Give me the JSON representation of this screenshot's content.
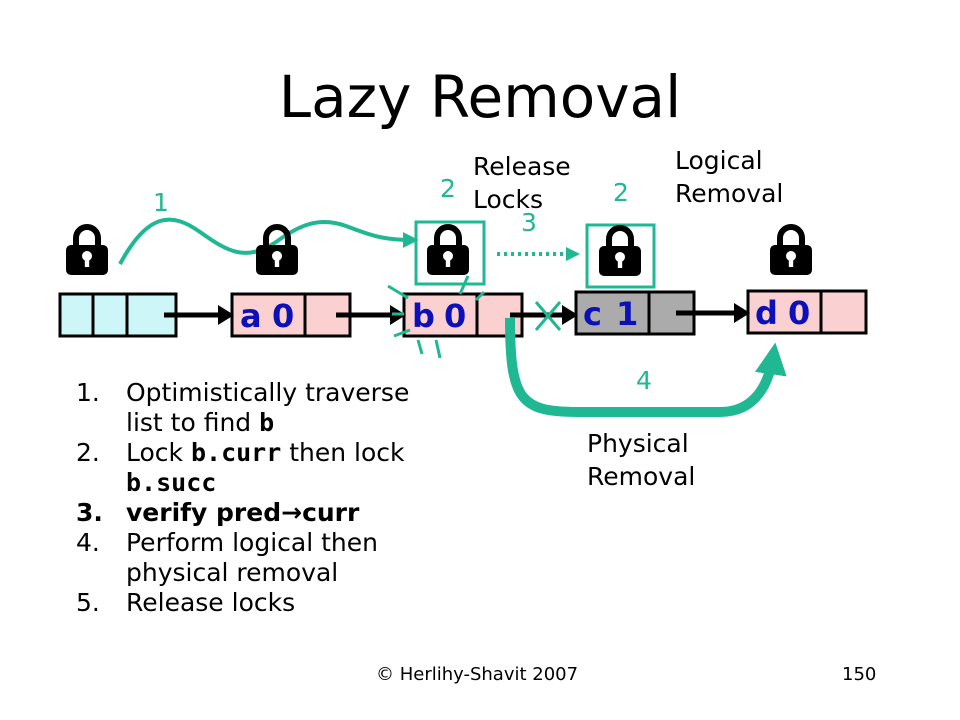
{
  "title": "Lazy Removal",
  "colors": {
    "teal": "#1fb893",
    "node_pink": "#fbd0d0",
    "sentinel": "#cdf6f9",
    "marked_gray": "#ababab"
  },
  "icons": [
    "lock-icon",
    "lock-icon",
    "lock-icon",
    "lock-icon",
    "lock-icon"
  ],
  "nodes": [
    {
      "key": "",
      "mark": ""
    },
    {
      "key": "a",
      "mark": "0"
    },
    {
      "key": "b",
      "mark": "0"
    },
    {
      "key": "c",
      "mark": "1"
    },
    {
      "key": "d",
      "mark": "0"
    }
  ],
  "labels": {
    "release": "Release",
    "locks": "Locks",
    "logical": "Logical",
    "removal_1": "Removal",
    "physical": "Physical",
    "removal_2": "Removal"
  },
  "step_numbers": {
    "traverse": "1",
    "lock_b": "2",
    "lock_c": "2",
    "release": "3",
    "physical": "4"
  },
  "steps": [
    {
      "num": "1.",
      "line1_a": "Optimistically traverse",
      "line2_a": "list to find ",
      "line2_b": "b"
    },
    {
      "num": "2.",
      "line1_a": "Lock ",
      "line1_b": "b.curr",
      "line1_c": " then lock",
      "line2_b": "b.succ"
    },
    {
      "num": "3.",
      "text_a": "verify pred",
      "arrow": "→",
      "text_b": "curr"
    },
    {
      "num": "4.",
      "line1_a": "Perform logical then",
      "line2_a": "physical removal"
    },
    {
      "num": "5.",
      "line1_a": "Release locks"
    }
  ],
  "footer": {
    "copyright": "© Herlihy-Shavit 2007",
    "page": "150"
  }
}
